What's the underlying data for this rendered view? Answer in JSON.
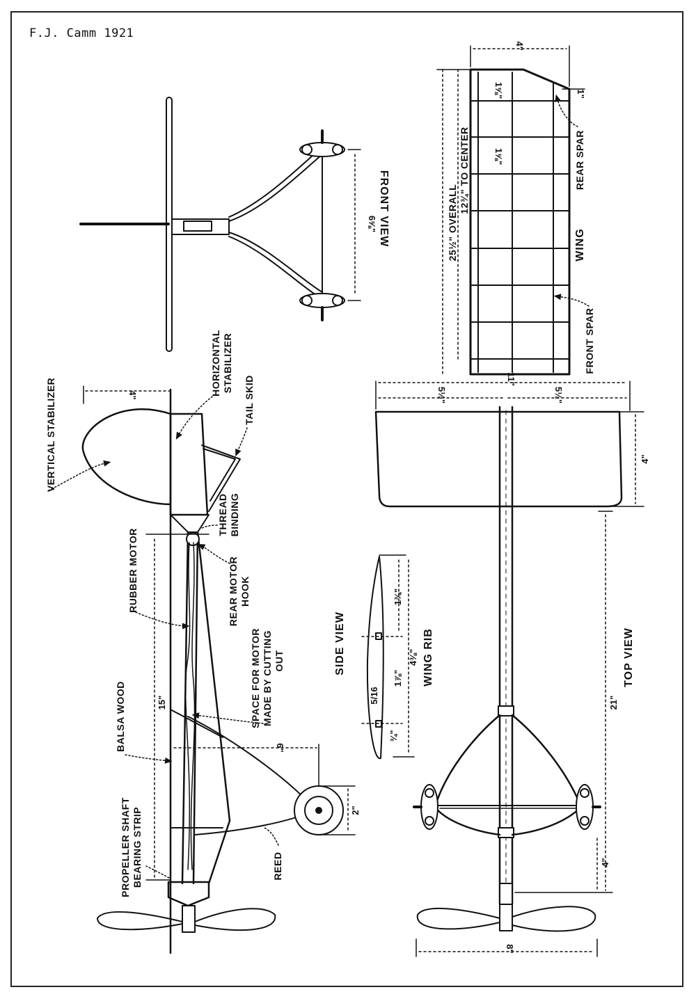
{
  "credit": "F.J. Camm 1921",
  "views": {
    "front_view": "FRONT VIEW",
    "side_view": "SIDE VIEW",
    "top_view": "TOP VIEW",
    "wing": "WING",
    "wing_rib": "WING RIB"
  },
  "labels": {
    "vertical_stabilizer": "VERTICAL STABILIZER",
    "horizontal_stabilizer_1": "HORIZONTAL",
    "horizontal_stabilizer_2": "STABILIZER",
    "tail_skid": "TAIL SKID",
    "thread_binding_1": "THREAD",
    "thread_binding_2": "BINDING",
    "rubber_motor": "RUBBER MOTOR",
    "rear_motor_hook_1": "REAR MOTOR",
    "rear_motor_hook_2": "HOOK",
    "space_motor_1": "SPACE FOR MOTOR",
    "space_motor_2": "MADE BY CUTTING",
    "space_motor_3": "OUT",
    "balsa_wood": "BALSA WOOD",
    "prop_strip_1": "PROPELLER SHAFT",
    "prop_strip_2": "BEARING STRIP",
    "reed": "REED",
    "rear_spar": "REAR SPAR",
    "front_spar": "FRONT SPAR"
  },
  "dimensions": {
    "front_wheel_track": "6⅝\"",
    "wing_overall": "25½\" OVERALL",
    "wing_center": "12¾\" TO CENTER",
    "wing_chord": "4\"",
    "tip": "1\"",
    "rib_spacing_a": "1⅝\"",
    "rib_spacing_b": "1⅝\"",
    "stab_span": "11\"",
    "stab_half_a": "5½\"",
    "stab_half_b": "5½\"",
    "stab_chord": "4\"",
    "fuselage_length": "21\"",
    "nose_length": "4\"",
    "prop_dia": "8\"",
    "fin_height": "4\"",
    "side_length": "15\"",
    "wheel_dia": "2\"",
    "gear_offset": "6\"",
    "rib_1": "1¾\"",
    "rib_2": "4⅜\"",
    "rib_3": "1⅞\"",
    "rib_4": "¾\"",
    "rib_5": "5/16"
  }
}
